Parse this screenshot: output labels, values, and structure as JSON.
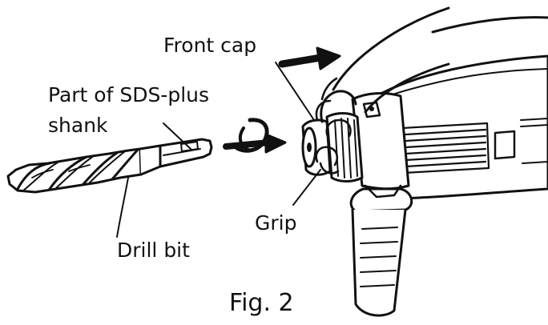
{
  "labels": {
    "front_cap": "Front cap",
    "sds_line1": "Part of SDS-plus",
    "sds_line2": "shank",
    "drill_bit": "Drill bit",
    "grip": "Grip"
  },
  "caption": "Fig. 2",
  "icons": {
    "push_arrow": "arrow-right-icon",
    "rotate_arrow": "rotation-arrow-icon"
  },
  "colors": {
    "ink": "#111111",
    "paper": "#ffffff"
  }
}
